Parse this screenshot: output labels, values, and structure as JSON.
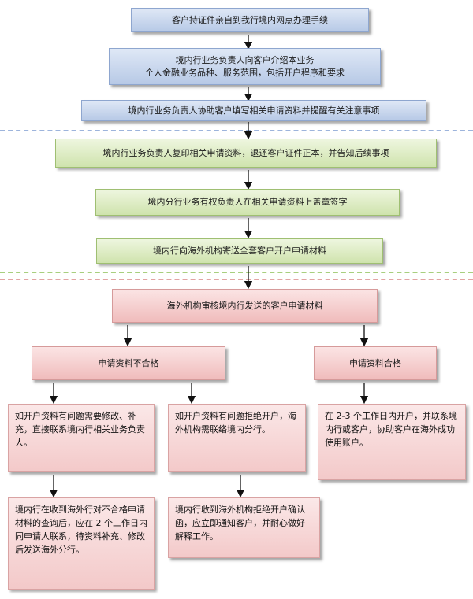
{
  "steps": {
    "s1": "客户持证件亲自到我行境内网点办理手续",
    "s2_line1": "境内行业务负责人向客户介绍本业务",
    "s2_line2": "个人金融业务品种、服务范围，包括开户程序和要求",
    "s3": "境内行业务负责人协助客户填写相关申请资料并提醒有关注意事项",
    "s4": "境内行业务负责人复印相关申请资料，退还客户证件正本，并告知后续事项",
    "s5": "境内分行业务有权负责人在相关申请资料上盖章签字",
    "s6": "境内行向海外机构寄送全套客户开户申请材料",
    "s7": "海外机构审核境内行发送的客户申请材料"
  },
  "branches": {
    "fail": "申请资料不合格",
    "pass": "申请资料合格"
  },
  "notes": {
    "fail_a": "如开户资料有问题需要修改、补充，直接联系境内行相关业务负责人。",
    "fail_b": "如开户资料有问题拒绝开户，海外机构需联络境内分行。",
    "pass": "在 2-3 个工作日内开户，并联系境内行或客户，协助客户在海外成功使用账户。",
    "fail_a2": "境内行在收到海外行对不合格申请材料的查询后，应在 2 个工作日内同申请人联系，待资料补充、修改后发送海外分行。",
    "fail_b2": "境内行收到海外机构拒绝开户确认函，应立即通知客户，并耐心做好解释工作。"
  }
}
